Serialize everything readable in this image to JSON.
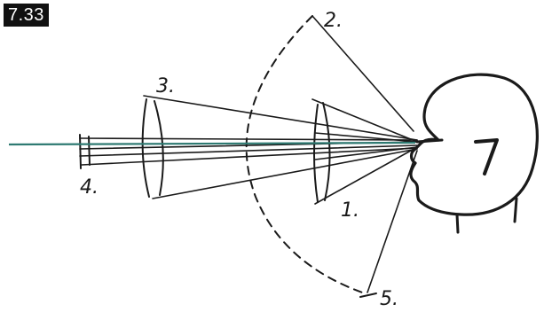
{
  "figure_number": "7.33",
  "labels": {
    "one": "1.",
    "two": "2.",
    "three": "3.",
    "four": "4.",
    "five": "5."
  },
  "colors": {
    "ink": "#1a1a1a",
    "line_of_sight": "#2e7a72",
    "badge_bg": "#111111",
    "badge_text": "#ffffff"
  }
}
